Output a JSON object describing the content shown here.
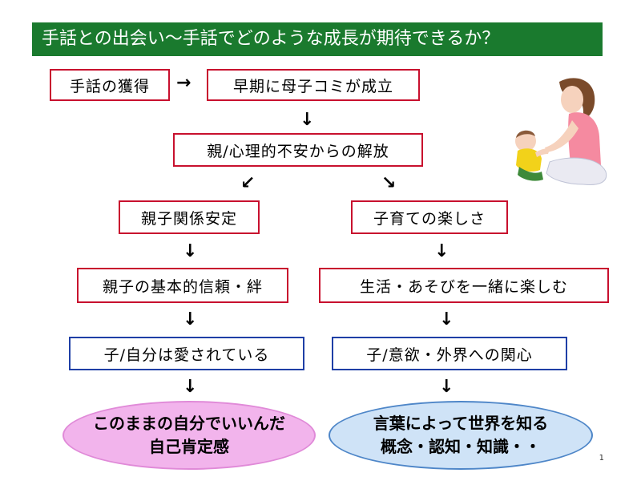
{
  "slide": {
    "title": "手話との出会い～手話でどのような成長が期待できるか？",
    "page_number": "1"
  },
  "flow": {
    "sign_acquisition": "手話の獲得",
    "early_communication": "早期に母子コミが成立",
    "parent_relief": "親/心理的不安からの解放",
    "left": {
      "bond_stable": "親子関係安定",
      "basic_trust": "親子の基本的信頼・絆",
      "child_loved": "子/自分は愛されている",
      "outcome_line1": "このままの自分でいいんだ",
      "outcome_line2": "自己肯定感"
    },
    "right": {
      "parenting_joy": "子育ての楽しさ",
      "enjoy_together": "生活・あそびを一緒に楽しむ",
      "child_curiosity": "子/意欲・外界への関心",
      "outcome_line1": "言葉によって世界を知る",
      "outcome_line2": "概念・認知・知識・・"
    }
  },
  "arrows": {
    "right": "→",
    "down": "↓",
    "down_left": "↙",
    "down_right": "↘"
  },
  "colors": {
    "title_bg": "#1a7a2e",
    "red_border": "#c8102e",
    "blue_border": "#1f3fa6",
    "pink_ellipse": "#f2b4ec",
    "blue_ellipse": "#cfe3f7"
  },
  "illustration": "mother-and-baby-illustration"
}
